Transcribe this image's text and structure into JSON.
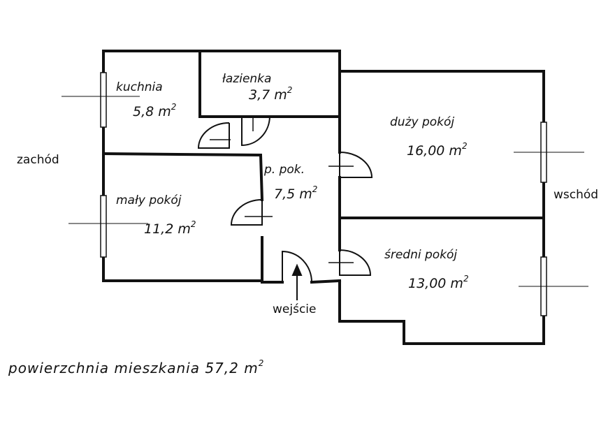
{
  "colors": {
    "ink": "#111111",
    "paper": "#ffffff"
  },
  "rooms": {
    "kuchnia": {
      "name": "kuchnia",
      "area": "5,8 m",
      "unit_exp": "2"
    },
    "lazienka": {
      "name": "łazienka",
      "area": "3,7 m",
      "unit_exp": "2"
    },
    "duzy_pokoj": {
      "name": "duży pokój",
      "area": "16,00 m",
      "unit_exp": "2"
    },
    "przedpokoj": {
      "name": "p. pok.",
      "area": "7,5 m",
      "unit_exp": "2"
    },
    "maly_pokoj": {
      "name": "mały pokój",
      "area": "11,2 m",
      "unit_exp": "2"
    },
    "sredni_pokoj": {
      "name": "średni pokój",
      "area": "13,00 m",
      "unit_exp": "2"
    }
  },
  "compass": {
    "west": "zachód",
    "east": "wschód"
  },
  "entrance": {
    "label": "wejście"
  },
  "summary": {
    "text": "powierzchnia mieszkania 57,2 m",
    "unit_exp": "2"
  }
}
